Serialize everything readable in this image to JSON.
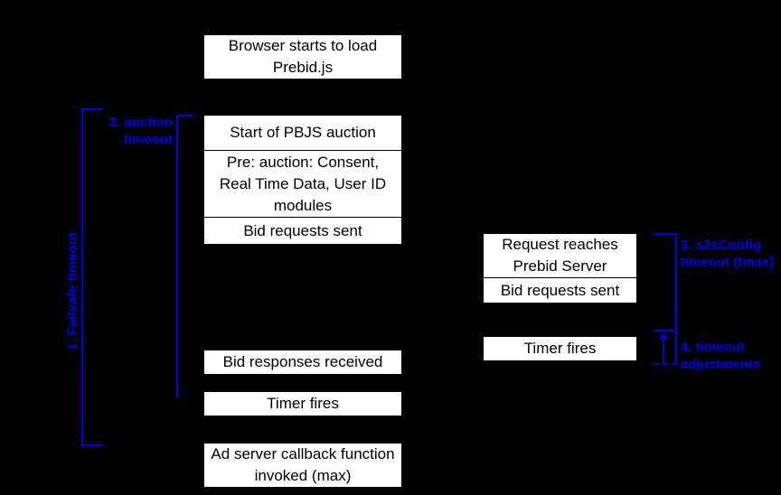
{
  "diagram": {
    "title": "Prebid.js timeout flow",
    "background_color": "#000000",
    "box_fill": "#ffffff",
    "box_text_color": "#000000",
    "annotation_color": "#0000ee"
  },
  "client_flow": {
    "browser_load": "Browser starts to load Prebid.js",
    "auction_stack": [
      "Start of PBJS auction",
      "Pre: auction: Consent, Real Time Data, User ID modules",
      "Bid requests sent"
    ],
    "bid_responses": "Bid responses received",
    "timer_fires": "Timer fires",
    "ad_server_callback": "Ad server callback function invoked (max)"
  },
  "server_flow": {
    "server_stack": [
      "Request reaches Prebid Server",
      "Bid requests sent"
    ],
    "timer_fires": "Timer fires"
  },
  "annotations": {
    "failsafe_timeout": "1. Failsafe timeout",
    "auction_timeout": "2. auction\ntimeout",
    "s2s_config_timeout": "3. s2sConfig\ntimeout (tmax)",
    "timeout_adjustments": "4. timeout\nadjustments"
  }
}
